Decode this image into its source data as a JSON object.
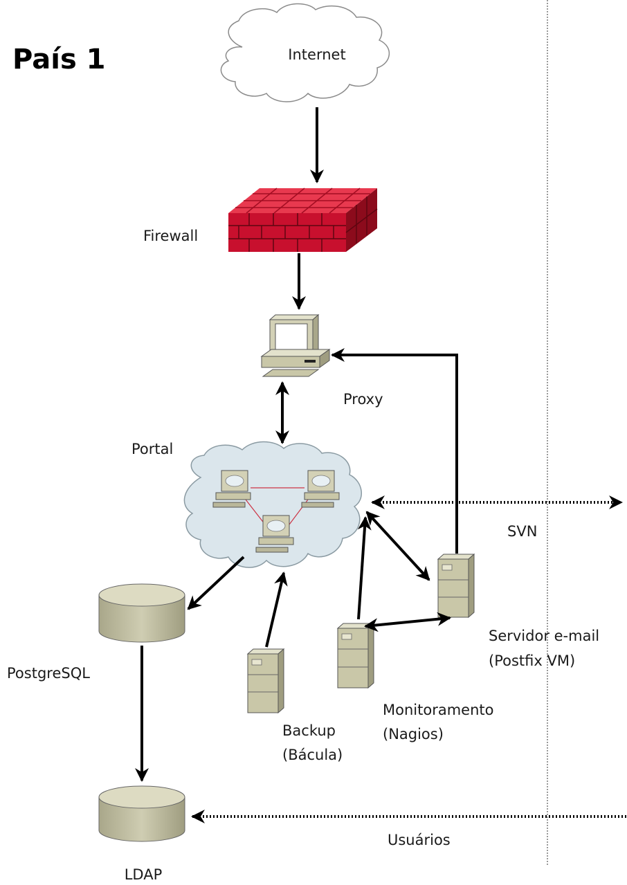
{
  "title": "País 1",
  "nodes": {
    "internet": {
      "label": "Internet",
      "icon": "cloud-icon"
    },
    "firewall": {
      "label": "Firewall",
      "icon": "firewall-icon"
    },
    "proxy": {
      "label": "Proxy",
      "icon": "workstation-icon"
    },
    "portal": {
      "label": "Portal",
      "icon": "network-cloud-icon"
    },
    "postgresql": {
      "label": "PostgreSQL",
      "icon": "database-icon"
    },
    "ldap": {
      "label": "LDAP",
      "icon": "database-icon"
    },
    "backup": {
      "label_line1": "Backup",
      "label_line2": "(Bácula)",
      "icon": "server-tower-icon"
    },
    "monitoramento": {
      "label_line1": "Monitoramento",
      "label_line2": "(Nagios)",
      "icon": "server-tower-icon"
    },
    "email": {
      "label_line1": "Servidor e-mail",
      "label_line2": "(Postfix VM)",
      "icon": "server-tower-icon"
    }
  },
  "connections": {
    "svn": {
      "label": "SVN"
    },
    "usuarios": {
      "label": "Usuários"
    }
  },
  "colors": {
    "firewall_red": "#c8102e",
    "cloud_fill": "#dbe6ec",
    "server_fill": "#c9c7a8",
    "arrow": "#000000"
  }
}
